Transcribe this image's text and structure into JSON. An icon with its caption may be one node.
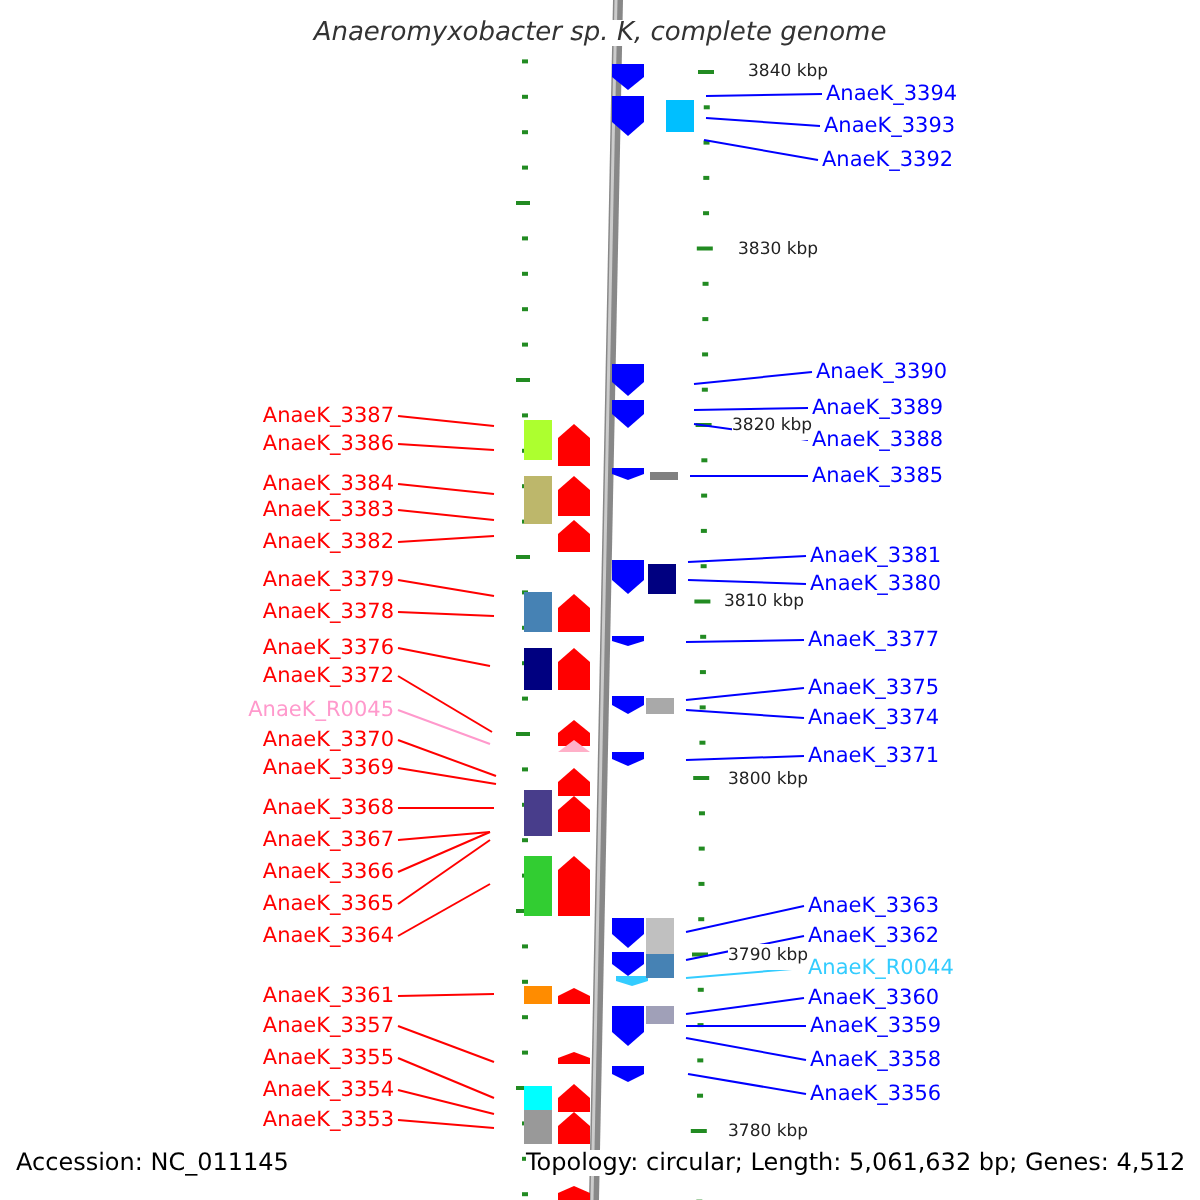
{
  "diagram": {
    "title": "Anaeromyxobacter sp. K, complete genome",
    "nodes": [
      {
        "text": [
          "AnaeK_3394"
        ]
      },
      {
        "text": [
          "AnaeK_3393"
        ]
      },
      {
        "text": [
          "AnaeK_3392"
        ]
      },
      {
        "text": [
          "AnaeK_3387"
        ]
      },
      {
        "text": [
          "AnaeK_3386"
        ]
      },
      {
        "text": [
          "AnaeK_3390"
        ]
      },
      {
        "text": [
          "AnaeK_3389"
        ]
      },
      {
        "text": [
          "AnaeK_3388"
        ]
      },
      {
        "text": [
          "AnaeK_3384"
        ]
      },
      {
        "text": [
          "AnaeK_3385"
        ]
      },
      {
        "text": [
          "AnaeK_3383"
        ]
      },
      {
        "text": [
          "AnaeK_3382"
        ]
      },
      {
        "text": [
          "AnaeK_3381"
        ]
      },
      {
        "text": [
          "AnaeK_3379"
        ]
      },
      {
        "text": [
          "AnaeK_3380"
        ]
      },
      {
        "text": [
          "AnaeK_3378"
        ]
      },
      {
        "text": [
          "AnaeK_3377"
        ]
      },
      {
        "text": [
          "AnaeK_3376"
        ]
      },
      {
        "text": [
          "AnaeK_3372"
        ]
      },
      {
        "text": [
          "AnaeK_3375"
        ]
      },
      {
        "text": [
          "AnaeK_R0045"
        ]
      },
      {
        "text": [
          "AnaeK_3374"
        ]
      },
      {
        "text": [
          "AnaeK_3370"
        ]
      },
      {
        "text": [
          "AnaeK_3371"
        ]
      },
      {
        "text": [
          "AnaeK_3369"
        ]
      },
      {
        "text": [
          "AnaeK_3368"
        ]
      },
      {
        "text": [
          "AnaeK_3367"
        ]
      },
      {
        "text": [
          "AnaeK_3366"
        ]
      },
      {
        "text": [
          "AnaeK_3365"
        ]
      },
      {
        "text": [
          "AnaeK_3363"
        ]
      },
      {
        "text": [
          "AnaeK_3364"
        ]
      },
      {
        "text": [
          "AnaeK_3362"
        ]
      },
      {
        "text": [
          "AnaeK_R0044"
        ]
      },
      {
        "text": [
          "AnaeK_3361"
        ]
      },
      {
        "text": [
          "AnaeK_3360"
        ]
      },
      {
        "text": [
          "AnaeK_3357"
        ]
      },
      {
        "text": [
          "AnaeK_3359"
        ]
      },
      {
        "text": [
          "AnaeK_3358"
        ]
      },
      {
        "text": [
          "AnaeK_3355"
        ]
      },
      {
        "text": [
          "AnaeK_3356"
        ]
      },
      {
        "text": [
          "AnaeK_3354"
        ]
      },
      {
        "text": [
          "AnaeK_3353"
        ]
      }
    ],
    "edges": [
      {
        "from": 0,
        "to": null,
        "arrow": "none",
        "color": "#0000ff"
      },
      {
        "from": 1,
        "to": null,
        "arrow": "none",
        "color": "#0000ff"
      },
      {
        "from": 2,
        "to": null,
        "arrow": "none",
        "color": "#0000ff"
      },
      {
        "from": 3,
        "to": null,
        "arrow": "none",
        "color": "#ff0000"
      },
      {
        "from": 4,
        "to": null,
        "arrow": "none",
        "color": "#ff0000"
      },
      {
        "from": 5,
        "to": null,
        "arrow": "none",
        "color": "#0000ff"
      },
      {
        "from": 6,
        "to": null,
        "arrow": "none",
        "color": "#0000ff"
      },
      {
        "from": 7,
        "to": null,
        "arrow": "none",
        "color": "#0000ff"
      },
      {
        "from": 8,
        "to": null,
        "arrow": "none",
        "color": "#ff0000"
      },
      {
        "from": 9,
        "to": null,
        "arrow": "none",
        "color": "#0000ff"
      },
      {
        "from": 10,
        "to": null,
        "arrow": "none",
        "color": "#ff0000"
      },
      {
        "from": 11,
        "to": null,
        "arrow": "none",
        "color": "#ff0000"
      },
      {
        "from": 12,
        "to": null,
        "arrow": "none",
        "color": "#0000ff"
      },
      {
        "from": 13,
        "to": null,
        "arrow": "none",
        "color": "#ff0000"
      },
      {
        "from": 14,
        "to": null,
        "arrow": "none",
        "color": "#0000ff"
      },
      {
        "from": 15,
        "to": null,
        "arrow": "none",
        "color": "#ff0000"
      },
      {
        "from": 16,
        "to": null,
        "arrow": "none",
        "color": "#0000ff"
      },
      {
        "from": 17,
        "to": null,
        "arrow": "none",
        "color": "#ff0000"
      },
      {
        "from": 18,
        "to": null,
        "arrow": "none",
        "color": "#ff0000"
      },
      {
        "from": 19,
        "to": null,
        "arrow": "none",
        "color": "#0000ff"
      },
      {
        "from": 20,
        "to": null,
        "arrow": "none",
        "color": "#ff99cc"
      },
      {
        "from": 21,
        "to": null,
        "arrow": "none",
        "color": "#0000ff"
      },
      {
        "from": 22,
        "to": null,
        "arrow": "none",
        "color": "#ff0000"
      },
      {
        "from": 23,
        "to": null,
        "arrow": "none",
        "color": "#0000ff"
      },
      {
        "from": 24,
        "to": null,
        "arrow": "none",
        "color": "#ff0000"
      },
      {
        "from": 25,
        "to": null,
        "arrow": "none",
        "color": "#ff0000"
      },
      {
        "from": 26,
        "to": null,
        "arrow": "none",
        "color": "#ff0000"
      },
      {
        "from": 27,
        "to": null,
        "arrow": "none",
        "color": "#ff0000"
      },
      {
        "from": 28,
        "to": null,
        "arrow": "none",
        "color": "#ff0000"
      },
      {
        "from": 29,
        "to": null,
        "arrow": "none",
        "color": "#0000ff"
      },
      {
        "from": 30,
        "to": null,
        "arrow": "none",
        "color": "#ff0000"
      },
      {
        "from": 31,
        "to": null,
        "arrow": "none",
        "color": "#0000ff"
      },
      {
        "from": 32,
        "to": null,
        "arrow": "none",
        "color": "#33ccff"
      },
      {
        "from": 33,
        "to": null,
        "arrow": "none",
        "color": "#ff0000"
      },
      {
        "from": 34,
        "to": null,
        "arrow": "none",
        "color": "#0000ff"
      },
      {
        "from": 35,
        "to": null,
        "arrow": "none",
        "color": "#ff0000"
      },
      {
        "from": 36,
        "to": null,
        "arrow": "none",
        "color": "#0000ff"
      },
      {
        "from": 37,
        "to": null,
        "arrow": "none",
        "color": "#0000ff"
      },
      {
        "from": 38,
        "to": null,
        "arrow": "none",
        "color": "#ff0000"
      },
      {
        "from": 39,
        "to": null,
        "arrow": "none",
        "color": "#0000ff"
      },
      {
        "from": 40,
        "to": null,
        "arrow": "none",
        "color": "#ff0000"
      },
      {
        "from": 41,
        "to": null,
        "arrow": "none",
        "color": "#ff0000"
      }
    ],
    "labels": [
      "3840 kbp",
      "3830 kbp",
      "3820 kbp",
      "3810 kbp",
      "3800 kbp",
      "3790 kbp",
      "3780 kbp",
      "Accession: NC_011145",
      "Topology: circular; Length: 5,061,632 bp; Genes: 4,512"
    ]
  }
}
